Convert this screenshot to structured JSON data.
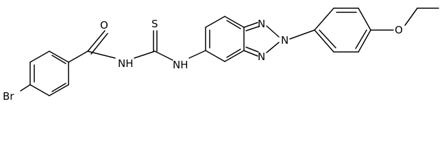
{
  "molecule": {
    "atoms": {
      "bromine": "Br",
      "carbonyl_oxygen": "O",
      "amide_nh": "NH",
      "thione_sulfur": "S",
      "thioamide_nh": "NH",
      "triazole_n1": "N",
      "triazole_n2": "N",
      "triazole_n3": "N",
      "ether_oxygen": "O"
    },
    "colors": {
      "bond": "#000000",
      "label": "#000000",
      "background": "#ffffff"
    }
  }
}
